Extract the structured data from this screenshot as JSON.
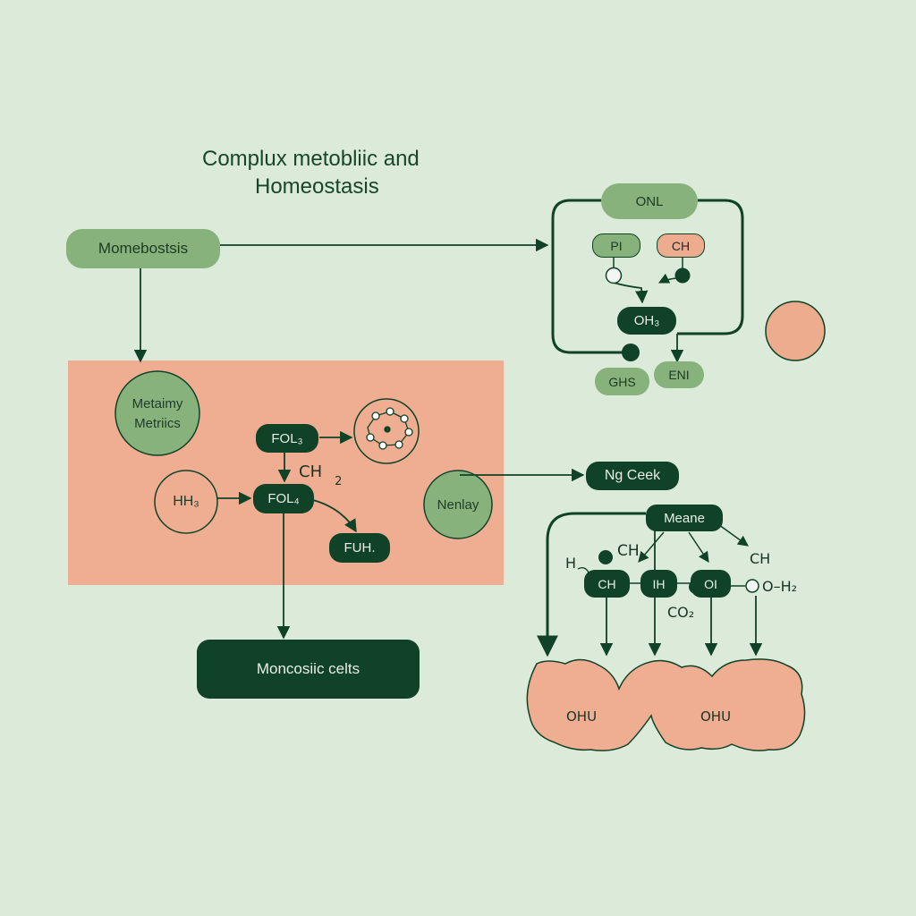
{
  "title": {
    "line1": "Complux metobliic and",
    "line2": "Homeostasis"
  },
  "nodes": {
    "homeostasis": "Momebostsis",
    "metalimy": {
      "line1": "Metaimy",
      "line2": "Metriics"
    },
    "hh3": "HH₃",
    "fol3": "FOL₃",
    "ch2": "CH",
    "ch2_sub": "2",
    "fol4": "FOL₄",
    "fuh": "FUH.",
    "nenlay": "Nenlay",
    "monocosic": "Moncosiic celts",
    "onl": "ONL",
    "pi": "PI",
    "ch_top": "CH",
    "oh3": "OH₃",
    "ghs": "GHS",
    "enl": "ENI",
    "ng_ceek": "Ng Ceek",
    "meane": "Meane",
    "h_label": "H",
    "ch_frag": "CH",
    "ch_pill": "CH",
    "ih_pill": "IH",
    "oi_pill": "OI",
    "ch_right": "CH",
    "co2": "CO₂",
    "oh2": "O–H₂",
    "ohu_left": "OHU",
    "ohu_right": "OHU"
  },
  "colors": {
    "background": "#dcead9",
    "dark_green": "#0f4227",
    "light_green": "#87b27c",
    "salmon": "#eeac8f",
    "salmon_panel": "#efae92"
  }
}
